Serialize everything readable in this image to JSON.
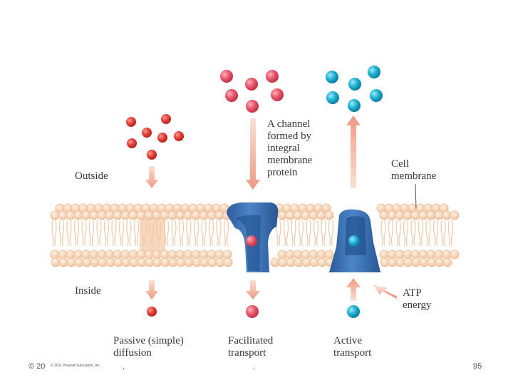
{
  "labels": {
    "outside": "Outside",
    "inside": "Inside",
    "channel": "A channel\nformed by\nintegral\nmembrane\nprotein",
    "cell_membrane": "Cell\nmembrane",
    "atp": "ATP\nenergy",
    "passive": "Passive (simple)\ndiffusion",
    "facilitated": "Facilitated\ntransport",
    "active": "Active\ntransport"
  },
  "footer": {
    "copyright_prefix": "© 20",
    "publisher": "© 2011 Pearson Education, Inc.",
    "comma1": ",",
    "comma2": ",",
    "page_number": "95"
  },
  "colors": {
    "red_molecule": "#e3403a",
    "pink_molecule": "#e8566a",
    "cyan_molecule": "#1fb0d2",
    "arrow": "#f0a48a",
    "lipid_head": "#f6d2b4",
    "lipid_tail": "#f5dcc4",
    "protein": "#3d74b5"
  }
}
